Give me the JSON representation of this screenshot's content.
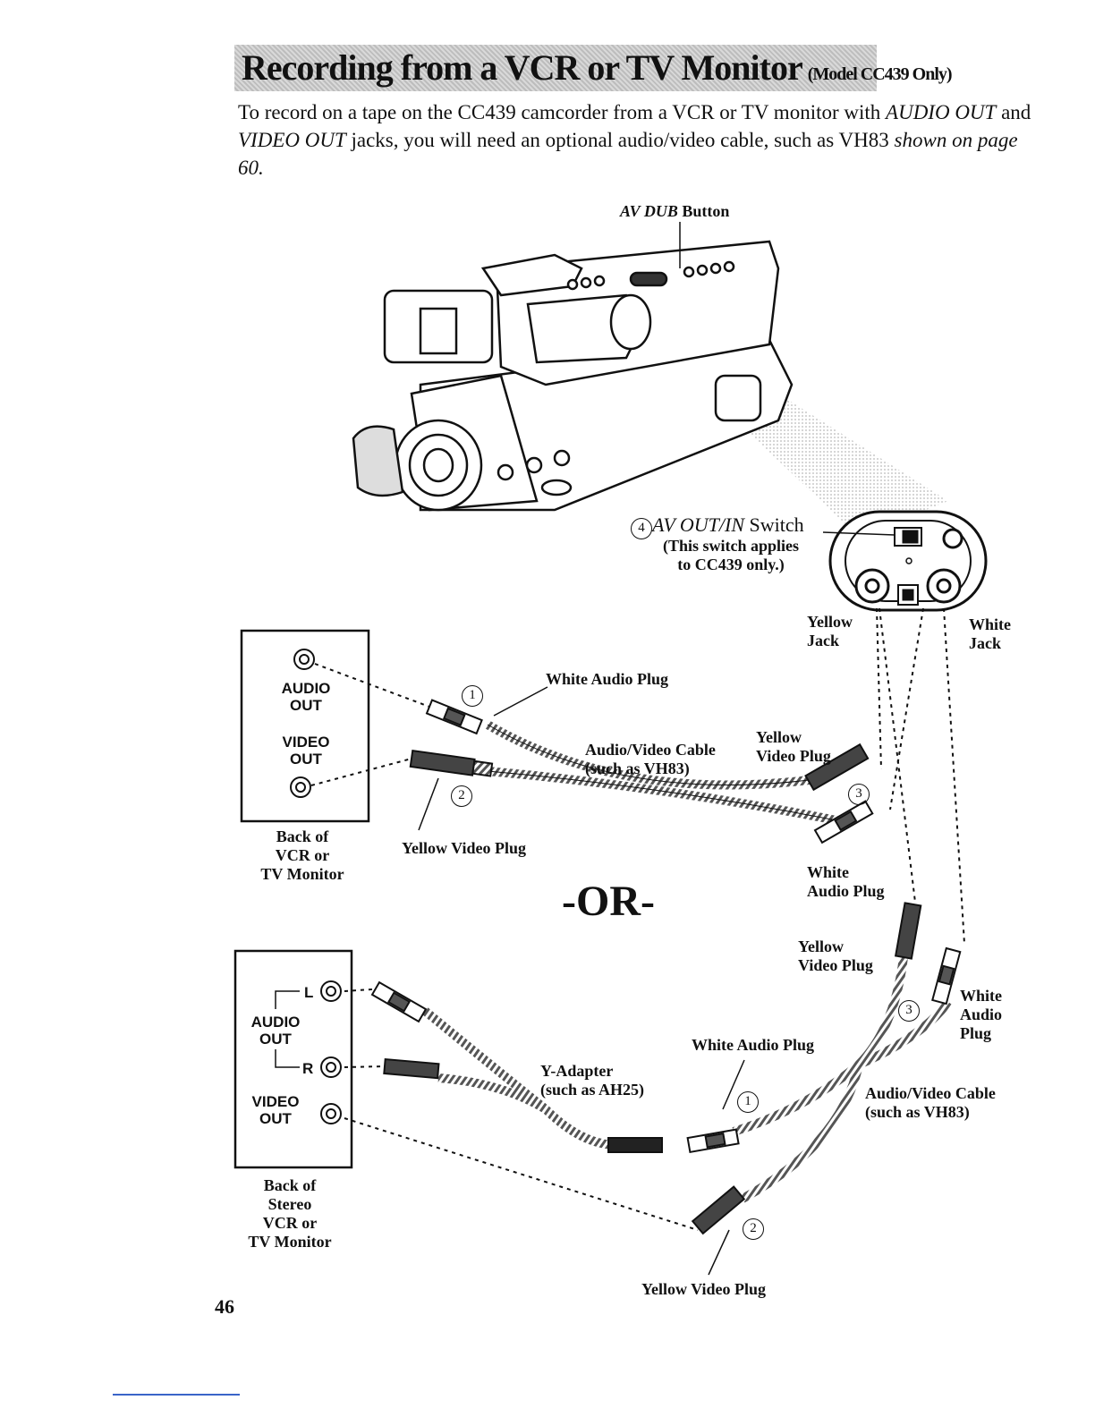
{
  "header": {
    "title": "Recording from a VCR or TV Monitor",
    "subtitle": "(Model CC439 Only)"
  },
  "intro": {
    "t1": "To record on a tape on the CC439 camcorder from a VCR or TV monitor with ",
    "audio_out": "AUDIO OUT",
    "t2": " and ",
    "video_out": "VIDEO OUT",
    "t3": " jacks, you will need an optional audio/video cable, such as VH83 ",
    "ref": "shown on page 60."
  },
  "camera": {
    "av_dub_italic": "AV DUB",
    "av_dub_button": " Button",
    "switch_num": "4",
    "switch_italic": "AV OUT/IN",
    "switch_word": " Switch",
    "switch_note_1": "(This switch applies",
    "switch_note_2": "to CC439 only.)",
    "yellow_jack_1": "Yellow",
    "yellow_jack_2": "Jack",
    "white_jack_1": "White",
    "white_jack_2": "Jack"
  },
  "diagram_top": {
    "box_audio_1": "AUDIO",
    "box_audio_2": "OUT",
    "box_video_1": "VIDEO",
    "box_video_2": "OUT",
    "back_1": "Back of",
    "back_2": "VCR or",
    "back_3": "TV Monitor",
    "white_audio_plug": "White Audio Plug",
    "num_1": "1",
    "num_2": "2",
    "num_3": "3",
    "cable_1": "Audio/Video Cable",
    "cable_2": "(such as VH83)",
    "yellow_video_plug_r1": "Yellow",
    "yellow_video_plug_r2": "Video Plug",
    "yellow_video_plug_bottom": "Yellow Video Plug",
    "white_audio_plug_r1": "White",
    "white_audio_plug_r2": "Audio Plug"
  },
  "or_label": "-OR-",
  "diagram_bottom": {
    "box_l": "L",
    "box_r": "R",
    "box_audio_1": "AUDIO",
    "box_audio_2": "OUT",
    "box_video_1": "VIDEO",
    "box_video_2": "OUT",
    "back_1": "Back of",
    "back_2": "Stereo",
    "back_3": "VCR or",
    "back_4": "TV Monitor",
    "yellow_video_plug_1": "Yellow",
    "yellow_video_plug_2": "Video Plug",
    "white_audio_plug_right_1": "White",
    "white_audio_plug_right_2": "Audio",
    "white_audio_plug_right_3": "Plug",
    "num_3": "3",
    "white_audio_plug_mid": "White Audio Plug",
    "y_adapter_1": "Y-Adapter",
    "y_adapter_2": "(such as AH25)",
    "num_1": "1",
    "cable_1": "Audio/Video Cable",
    "cable_2": "(such as VH83)",
    "num_2": "2",
    "yellow_video_plug_bottom": "Yellow Video Plug"
  },
  "page_number": "46"
}
